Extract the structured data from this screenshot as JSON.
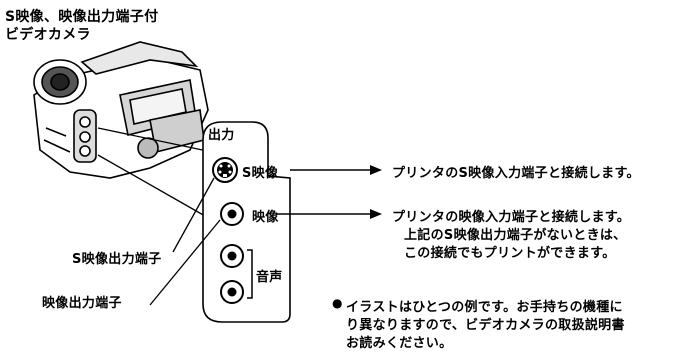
{
  "camera_caption": [
    "S映像、映像出力端子付",
    "ビデオカメラ"
  ],
  "panel": {
    "output_label": "出力",
    "s_video_label": "S映像",
    "video_label": "映像",
    "audio_label": "音声"
  },
  "callouts": {
    "s_video_terminal": "S映像出力端子",
    "video_terminal": "映像出力端子"
  },
  "descriptions": {
    "s_video": "プリンタのS映像入力端子と接続します。",
    "video": [
      "プリンタの映像入力端子と接続します。",
      "上記のS映像出力端子がないときは、",
      "この接続でもプリントができます。"
    ]
  },
  "note": {
    "bullet": "●",
    "lines": [
      "イラストはひとつの例です。お手持ちの機種に",
      "り異なりますので、ビデオカメラの取扱説明書",
      "お読みください。"
    ]
  },
  "icons": {
    "camera": "camcorder-illustration",
    "s_video_jack": "s-video-jack-icon",
    "video_jack": "rca-jack-icon",
    "audio_jack": "rca-jack-icon"
  }
}
